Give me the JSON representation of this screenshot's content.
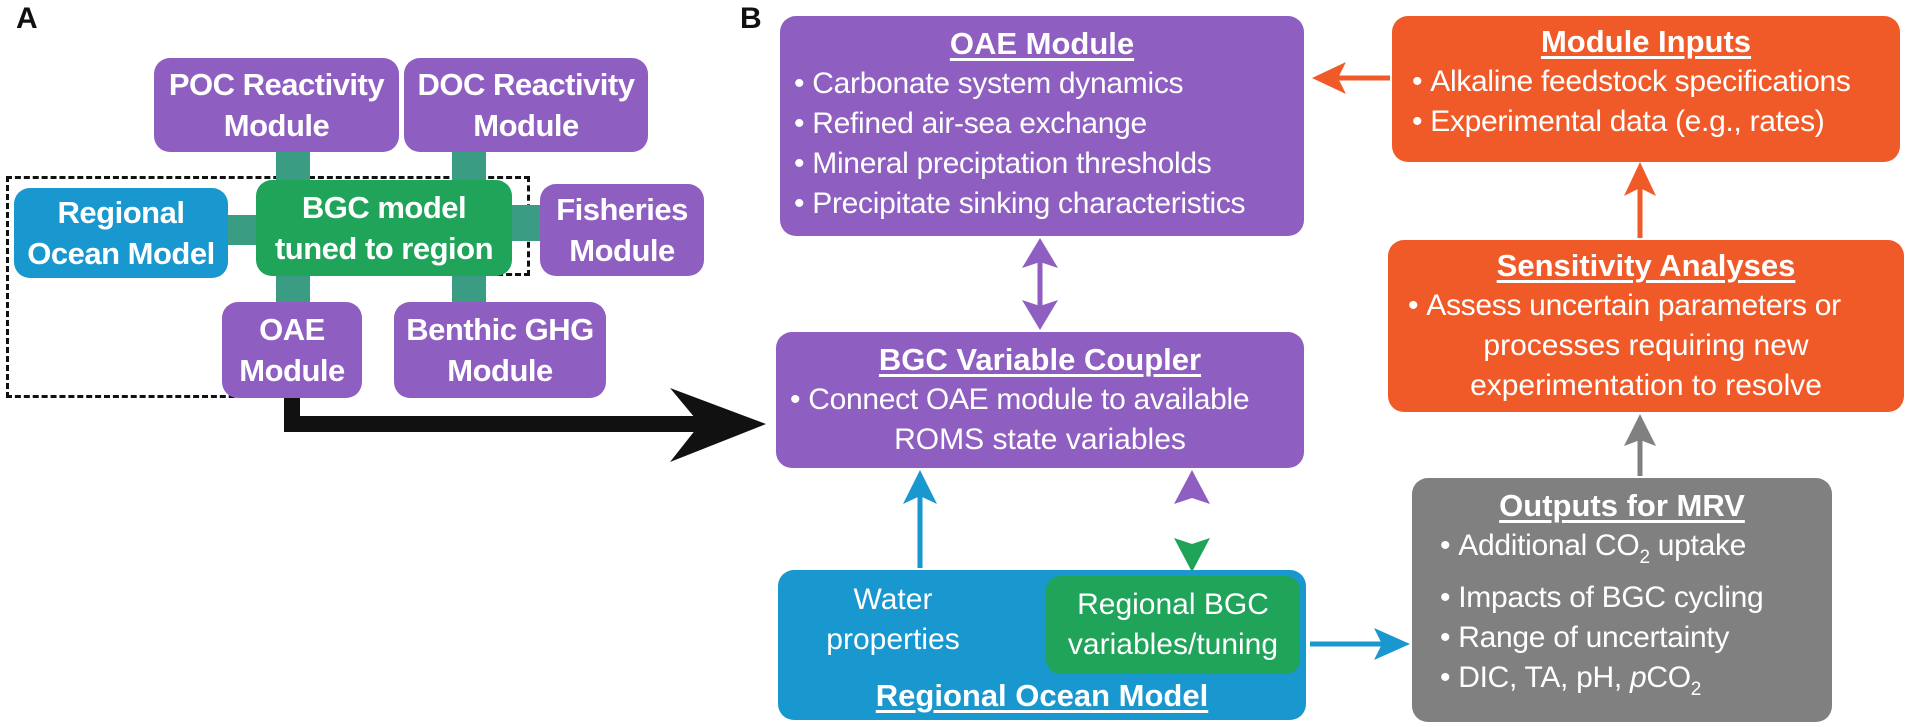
{
  "panel_a": {
    "letter": "A",
    "modules": {
      "poc": "POC Reactivity Module",
      "doc": "DOC Reactivity Module",
      "regional_ocean": "Regional Ocean Model",
      "bgc": "BGC model tuned to region",
      "fisheries": "Fisheries Module",
      "oae": "OAE Module",
      "benthic": "Benthic GHG Module"
    }
  },
  "panel_b": {
    "letter": "B",
    "oae_module": {
      "title": "OAE Module",
      "bullets": [
        "Carbonate system  dynamics",
        "Refined air-sea exchange",
        "Mineral preciptation thresholds",
        "Precipitate sinking characteristics"
      ]
    },
    "module_inputs": {
      "title": "Module Inputs",
      "bullets": [
        "Alkaline feedstock specifications",
        "Experimental data (e.g., rates)"
      ]
    },
    "sensitivity": {
      "title": "Sensitivity Analyses",
      "bullet": "Assess uncertain parameters or",
      "continuation": [
        "processes requiring new",
        "experimentation to resolve"
      ]
    },
    "coupler": {
      "title": "BGC Variable Coupler",
      "bullet": "Connect OAE module to available",
      "continuation": "ROMS state variables"
    },
    "regional_ocean": {
      "title": "Regional Ocean Model",
      "water": "Water properties",
      "regional_bgc": "Regional BGC variables/tuning"
    },
    "outputs": {
      "title": "Outputs for MRV",
      "co2_prefix": "Additional CO",
      "co2_sub": "2",
      "co2_suffix": " uptake",
      "impacts": "Impacts of BGC cycling",
      "range": "Range of uncertainty",
      "dic_prefix": "DIC, TA, pH, ",
      "dic_italic": "p",
      "dic_co": "CO",
      "dic_sub": "2"
    }
  },
  "colors": {
    "purple": "#8e5fc1",
    "blue": "#1997cf",
    "green": "#1fa45a",
    "orange": "#f05a28",
    "gray": "#808080",
    "connector": "#3a9d83"
  }
}
